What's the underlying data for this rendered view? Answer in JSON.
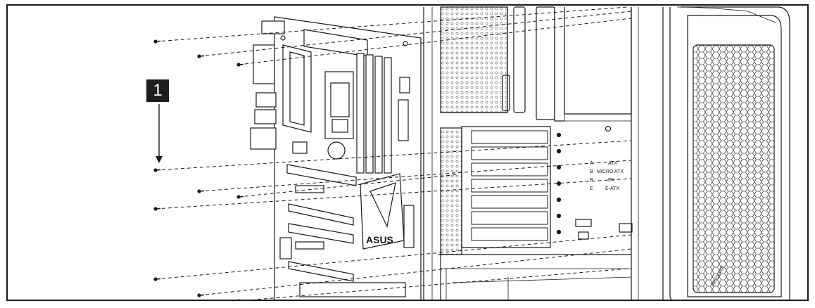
{
  "step": {
    "number": "1"
  },
  "motherboard": {
    "brand_label": "ASUS"
  },
  "case": {
    "form_factor_markers": [
      "A",
      "B",
      "B",
      "E"
    ],
    "form_factors": [
      "ATX",
      "MICRO ATX",
      "EX",
      "E-ATX"
    ],
    "front_logo": "Aerocool"
  },
  "colors": {
    "line": "#1a1a1a",
    "badge": "#1e1e1e",
    "background": "#ffffff",
    "mesh": "#555555"
  },
  "icons": [
    "screw-icon",
    "down-arrow-icon"
  ]
}
